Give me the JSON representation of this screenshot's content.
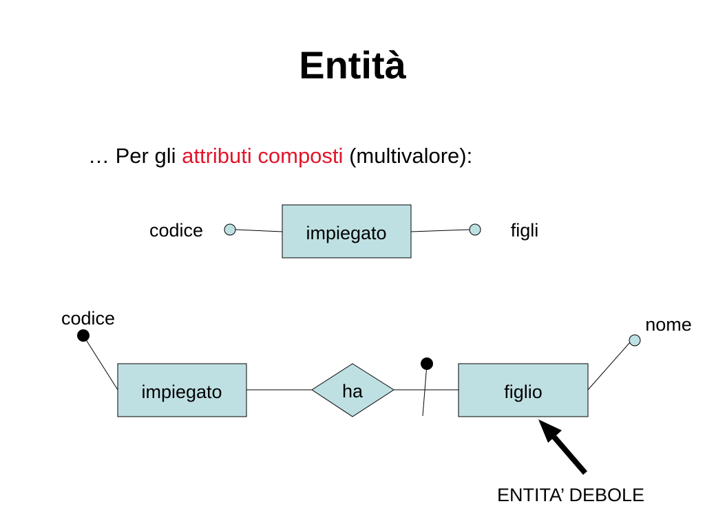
{
  "title": "Entità",
  "subtitle": {
    "prefix": "… Per gli",
    "highlight": "attributi composti",
    "suffix": "(multivalore):"
  },
  "top_diagram": {
    "entity": "impiegato",
    "left_attribute": "codice",
    "right_attribute": "figli"
  },
  "bottom_diagram": {
    "left_entity": "impiegato",
    "relationship": "ha",
    "right_entity": "figlio",
    "left_key_attribute": "codice",
    "right_attribute": "nome",
    "annotation": "ENTITA’ DEBOLE"
  },
  "colors": {
    "entity_fill": "#bfe0e3",
    "highlight_text": "#e3142a",
    "stroke": "#000000"
  }
}
